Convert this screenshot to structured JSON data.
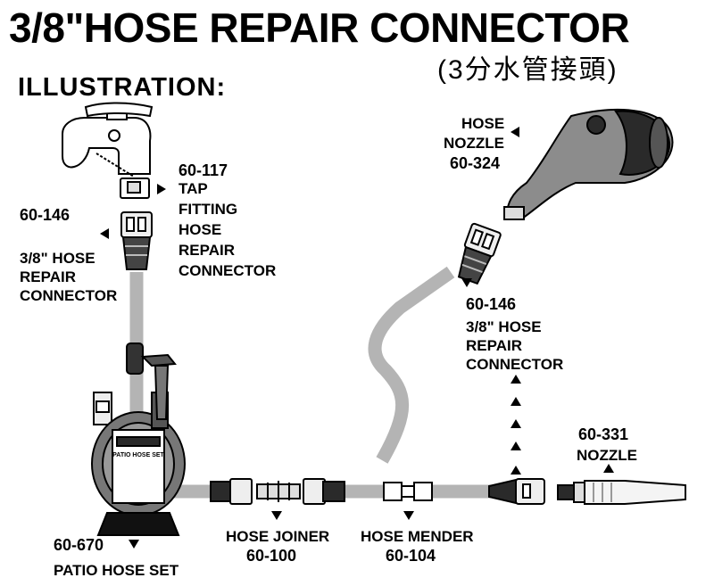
{
  "title": "3/8\"HOSE REPAIR CONNECTOR",
  "subtitle": "(3分水管接頭)",
  "illustration_label": "ILLUSTRATION:",
  "labels": {
    "tap_code": "60-117",
    "tap_name": [
      "TAP",
      "FITTING",
      "HOSE",
      "REPAIR",
      "CONNECTOR"
    ],
    "left_connector_code": "60-146",
    "left_connector_name": [
      "3/8\" HOSE",
      "REPAIR",
      "CONNECTOR"
    ],
    "hose_nozzle_name": [
      "HOSE",
      "NOZZLE"
    ],
    "hose_nozzle_code": "60-324",
    "right_connector_code": "60-146",
    "right_connector_name": [
      "3/8\" HOSE",
      "REPAIR",
      "CONNECTOR"
    ],
    "nozzle_code": "60-331",
    "nozzle_name": "NOZZLE",
    "patio_code": "60-670",
    "patio_name": "PATIO HOSE SET",
    "joiner_name": "HOSE JOINER",
    "joiner_code": "60-100",
    "mender_name": "HOSE MENDER",
    "mender_code": "60-104"
  },
  "reel_label": "PATIO HOSE SET",
  "colors": {
    "hose": "#b4b4b4",
    "part_light": "#eeeeee",
    "part_dark": "#2a2a2a",
    "nozzle_grey": "#8c8c8c"
  },
  "icons": [
    "water-tap-icon",
    "hose-nozzle-icon",
    "hose-reel-icon",
    "spray-gun-icon",
    "connector-icon",
    "joiner-icon",
    "mender-icon",
    "straight-nozzle-icon",
    "arrow-icon"
  ]
}
